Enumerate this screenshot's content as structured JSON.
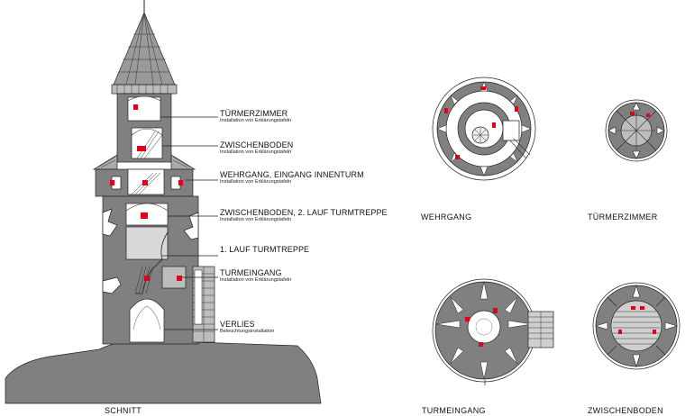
{
  "section": {
    "caption": "SCHNITT",
    "labels": [
      {
        "title": "TÜRMERZIMMER",
        "sub": "Installation von Erklärungstafeln"
      },
      {
        "title": "ZWISCHENBODEN",
        "sub": "Installation von Erklärungstafeln"
      },
      {
        "title": "WEHRGANG, EINGANG INNENTURM",
        "sub": "Installation von Erklärungstafeln"
      },
      {
        "title": "ZWISCHENBODEN, 2. LAUF TURMTREPPE",
        "sub": "Installation von Erklärungstafeln"
      },
      {
        "title": "1. LAUF TURMTREPPE",
        "sub": ""
      },
      {
        "title": "TURMEINGANG",
        "sub": "Installation von Erklärungstafeln"
      },
      {
        "title": "VERLIES",
        "sub": "Beleuchtungsinstallation"
      }
    ]
  },
  "plans": {
    "wehrgang": "WEHRGANG",
    "tuermerzimmer": "TÜRMERZIMMER",
    "turmeingang": "TURMEINGANG",
    "zwischenboden": "ZWISCHENBODEN"
  },
  "colors": {
    "wall": "#808080",
    "wall_light": "#a5a5a5",
    "marker": "#e0001a",
    "line": "#222222"
  }
}
